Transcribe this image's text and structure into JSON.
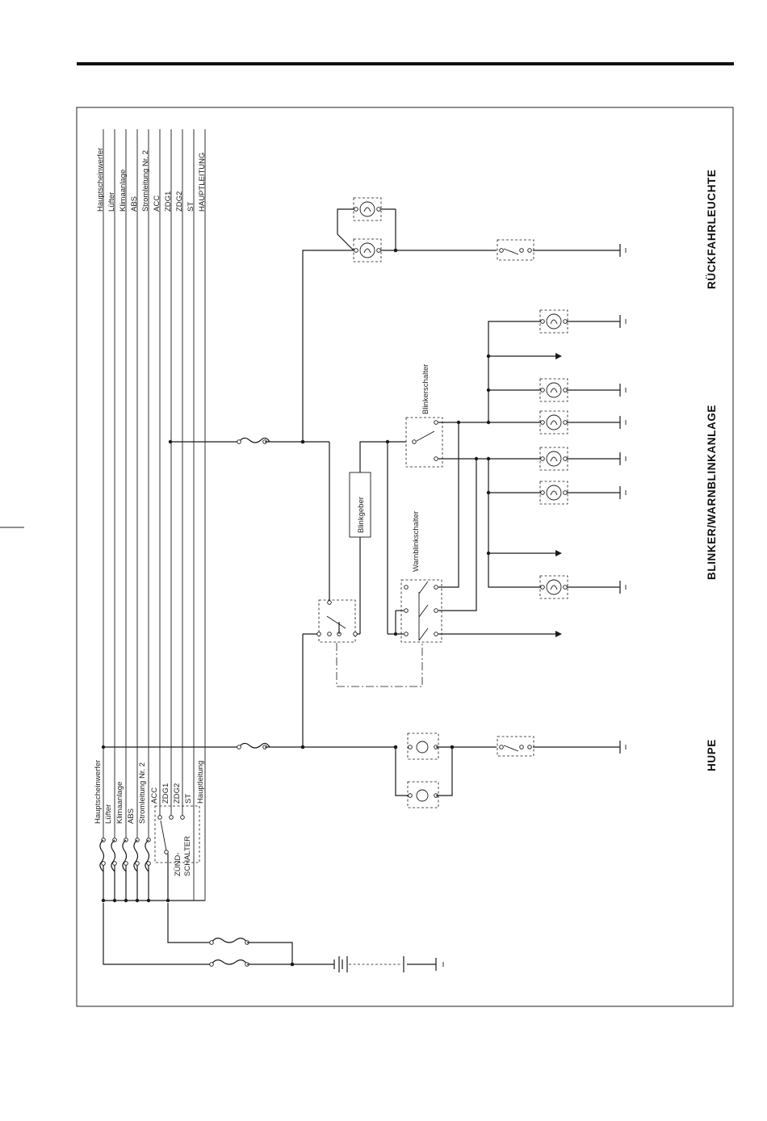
{
  "bus_labels_top": [
    "Hauptscheinwerfer",
    "Lüfter",
    "Klimaanlage",
    "ABS",
    "Stromleitung Nr. 2",
    "ACC",
    "ZDG1",
    "ZDG2",
    "ST",
    "HAUPTLEITUNG"
  ],
  "bus_labels_bottom": [
    "Hauptscheinwerfer",
    "Lüfter",
    "Klimaanlage",
    "ABS",
    "Stromleitung Nr. 2",
    "ACC",
    "ZDG1",
    "ZDG2",
    "ST",
    "Hauptleitung"
  ],
  "ignition_switch_label": [
    "ZÜND-",
    "SCHALTER"
  ],
  "component_labels": {
    "flasher_unit": "Blinkgeber",
    "turn_switch": "Blinkerschalter",
    "hazard_switch": "Warnblinkschalter"
  },
  "sections": {
    "reverse_light": "RÜCKFAHRLEUCHTE",
    "turn_hazard": "BLINKER/WARNBLINKANLAGE",
    "horn": "HUPE"
  }
}
